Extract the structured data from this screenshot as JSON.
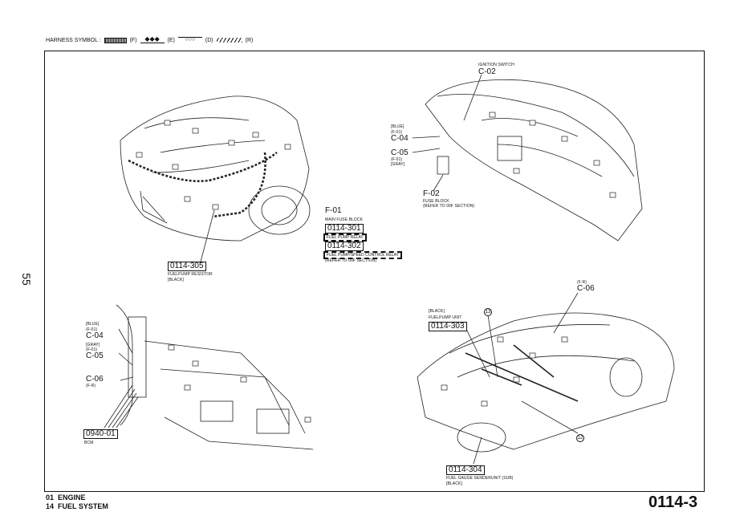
{
  "header": {
    "harness_symbol_label": "HARNESS SYMBOL :",
    "symbols": [
      {
        "code": "(F)",
        "style": "shaded"
      },
      {
        "code": "(E)",
        "style": "diamonds"
      },
      {
        "code": "(D)",
        "style": "circles"
      },
      {
        "code": "(R)",
        "style": "hatched"
      }
    ]
  },
  "page_number_side": "55",
  "engine_view": {
    "resistor": {
      "code": "0114-305",
      "name": "FUELPUMP RESISTOR",
      "color": "[BLACK]"
    },
    "fuse_block": {
      "id": "F-01",
      "name": "MAIN FUSE BLOCK"
    },
    "relay1": {
      "code": "0114-301",
      "name": "FUEL PUMP RELAY"
    },
    "relay2": {
      "code": "0114-302",
      "name": "FUEL PUMP/SPEED CONTROL RELAY"
    },
    "refer": "(REFER TO 00F SECTION)"
  },
  "dash_view": {
    "ignition_label": "IGNITION SWITCH",
    "ignition_id": "C-02",
    "c04_color": "[BLUE]",
    "c04_harness": "(F-01)",
    "c04_id": "C-04",
    "c05_id": "C-05",
    "c05_harness": "(F-01)",
    "c05_color": "[GRAY]",
    "f02_id": "F-02",
    "f02_name": "FUSE BLOCK",
    "f02_refer": "(REFER TO 00F SECTION)"
  },
  "bcm_view": {
    "c04_color": "[BLUE]",
    "c04_harness": "(F-01)",
    "c04_id": "C-04",
    "c05_color": "[GRAY]",
    "c05_harness": "(F-01)",
    "c05_id": "C-05",
    "c06_id": "C-06",
    "c06_harness": "(F-R)",
    "bcm_code": "0940-01",
    "bcm_name": "BCM"
  },
  "body_view": {
    "c06_harness": "(F-R)",
    "c06_id": "C-06",
    "pump_color": "[BLACK]",
    "pump_name": "FUELPUMP UNIT",
    "pump_code": "0114-303",
    "callout_13": "13",
    "callout_12": "12",
    "sender_code": "0114-304",
    "sender_name": "FUEL GAUGE SENDERUNIT (SUB)",
    "sender_color": "[BLACK]"
  },
  "footer": {
    "line1_num": "01",
    "line1_label": "ENGINE",
    "line2_num": "14",
    "line2_label": "FUEL SYSTEM",
    "page_code": "0114-3"
  }
}
